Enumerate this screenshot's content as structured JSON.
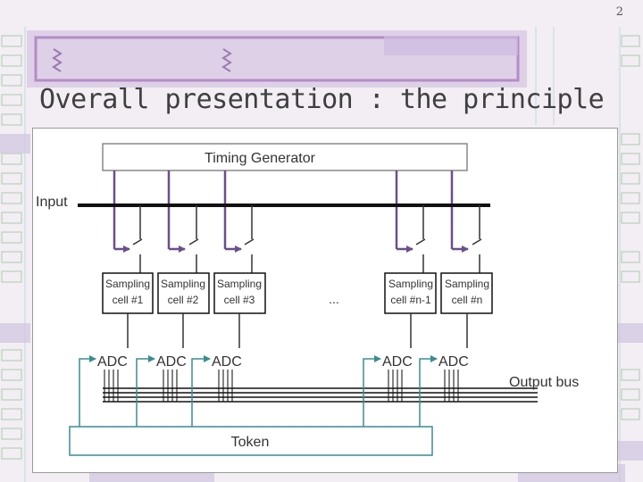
{
  "slide": {
    "number": "2",
    "title": "Overall presentation : the principle"
  },
  "diagram": {
    "timing_generator": "Timing Generator",
    "input_label": "Input",
    "sampling_cells": [
      {
        "line1": "Sampling",
        "line2": "cell #1"
      },
      {
        "line1": "Sampling",
        "line2": "cell #2"
      },
      {
        "line1": "Sampling",
        "line2": "cell #3"
      },
      {
        "line1": "Sampling",
        "line2": "cell #n-1"
      },
      {
        "line1": "Sampling",
        "line2": "cell #n"
      }
    ],
    "ellipsis": "...",
    "adc_labels": [
      "ADC",
      "ADC",
      "ADC",
      "ADC",
      "ADC"
    ],
    "output_bus": "Output bus",
    "token": "Token"
  },
  "colors": {
    "control_line": "#6a4f8c",
    "token_line": "#3b8c94",
    "box_stroke": "#888888"
  }
}
